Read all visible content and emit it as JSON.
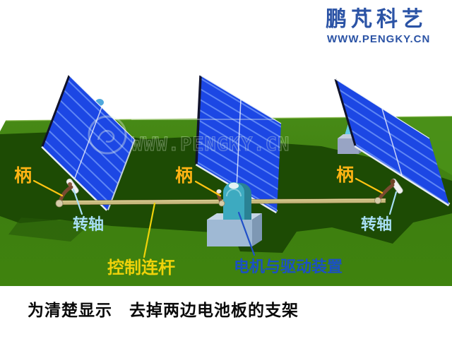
{
  "logo": {
    "title": "鹏芃科艺",
    "url": "WWW.PENGKY.CN"
  },
  "watermark": {
    "text": "WWW.PENGKY.CN"
  },
  "diagram": {
    "labels": {
      "handle_left": "柄",
      "handle_middle": "柄",
      "handle_right": "柄",
      "pivot_left": "转轴",
      "pivot_right": "转轴",
      "control_rod": "控制连杆",
      "motor_drive": "电机与驱动装置"
    }
  },
  "caption": "为清楚显示　去掉两边电池板的支架",
  "colors": {
    "label_amber": "#FFB414",
    "label_yellow": "#EFD20A",
    "label_cyan": "#A8DFF5",
    "label_blue": "#1B50C4",
    "logo_blue": "#2B53A5",
    "field_green": "#3E7E10",
    "shadow_green": "#1D4B04",
    "panel_blue": "#1C47E4",
    "panel_stripe": "#5E86F5",
    "rod_tan": "#C8BA7E",
    "motor_teal": "#3DAAC0",
    "base_steel": "#9FB9D4"
  }
}
